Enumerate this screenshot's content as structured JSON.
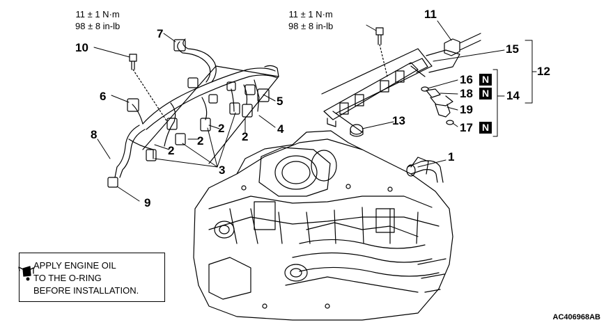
{
  "torque_spec_left": {
    "line1": "11 ± 1 N·m",
    "line2": "98 ± 8 in-lb"
  },
  "torque_spec_right": {
    "line1": "11 ± 1 N·m",
    "line2": "98 ± 8 in-lb"
  },
  "callouts": {
    "c1": "1",
    "c2a": "2",
    "c2b": "2",
    "c2c": "2",
    "c2d": "2",
    "c3": "3",
    "c4": "4",
    "c5": "5",
    "c6": "6",
    "c7": "7",
    "c8": "8",
    "c9": "9",
    "c10": "10",
    "c11": "11",
    "c12": "12",
    "c13": "13",
    "c14": "14",
    "c15": "15",
    "c16": "16",
    "c17": "17",
    "c18": "18",
    "c19": "19"
  },
  "new_part_badge": "N",
  "note": {
    "icon": "oil-can-icon",
    "line1": "APPLY ENGINE OIL",
    "line2": "TO THE O-RING",
    "line3": "BEFORE INSTALLATION."
  },
  "figure_code": "AC406968AB"
}
